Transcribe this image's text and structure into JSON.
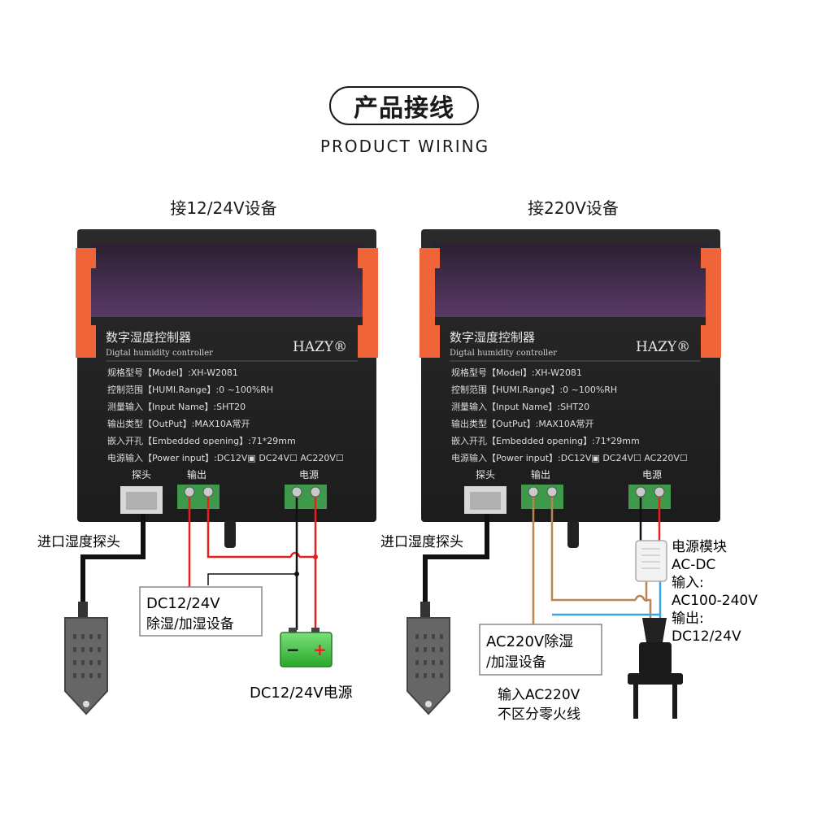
{
  "header": {
    "title": "产品接线",
    "subtitle": "PRODUCT WIRING"
  },
  "left": {
    "heading": "接12/24V设备",
    "sensor_label": "进口湿度探头",
    "device_box": [
      "DC12/24V",
      "除湿/加湿设备"
    ],
    "battery": {
      "minus": "−",
      "plus": "+"
    },
    "power_label": "DC12/24V电源"
  },
  "right": {
    "heading": "接220V设备",
    "sensor_label": "进口湿度探头",
    "device_box": [
      "AC220V除湿",
      "/加湿设备"
    ],
    "plug_label": [
      "输入AC220V",
      "不区分零火线"
    ],
    "module_label": [
      "电源模块",
      "AC-DC",
      "输入:",
      "AC100-240V",
      "输出:",
      "DC12/24V"
    ]
  },
  "controller": {
    "title_cn": "数字湿度控制器",
    "title_en": "Digtal humidity controller",
    "brand": "HAZY®",
    "spec_lines": [
      "规格型号【Model】:XH-W2081",
      "控制范围【HUMI.Range】:0 ~100%RH",
      "测量输入【Input Name】:SHT20",
      "输出类型【OutPut】:MAX10A常开",
      "嵌入开孔【Embedded opening】:71*29mm",
      "电源输入【Power input】:DC12V▣ DC24V☐ AC220V☐"
    ],
    "terminal_labels": [
      "探头",
      "输出",
      "电源"
    ]
  },
  "colors": {
    "red": "#e8201c",
    "brown": "#b8864e",
    "blue": "#3aa6e0",
    "orange": "#f0643a",
    "green": "#3fbf3f"
  }
}
